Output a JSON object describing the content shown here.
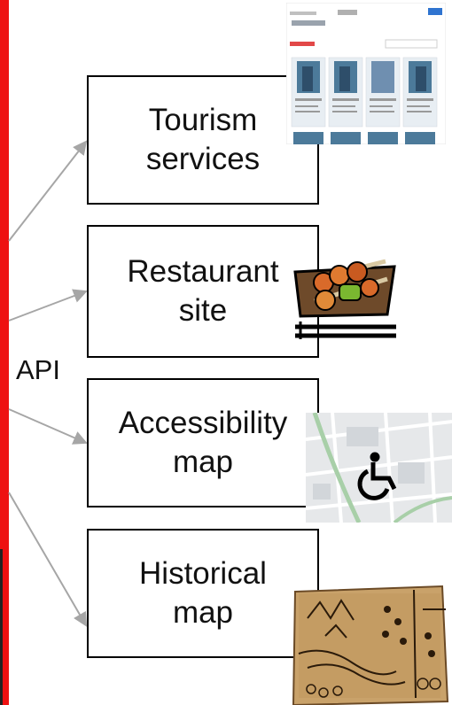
{
  "diagram": {
    "source_label": "API",
    "services": [
      {
        "line1": "Tourism",
        "line2": "services",
        "image": "tourism-website-screenshot"
      },
      {
        "line1": "Restaurant",
        "line2": "site",
        "image": "skewered-food-icon"
      },
      {
        "line1": "Accessibility",
        "line2": "map",
        "image": "wheelchair-map-icon"
      },
      {
        "line1": "Historical",
        "line2": "map",
        "image": "old-map-illustration"
      }
    ],
    "colors": {
      "accent_bar": "#ee1111",
      "arrow": "#a6a6a6",
      "box_border": "#000000"
    }
  }
}
